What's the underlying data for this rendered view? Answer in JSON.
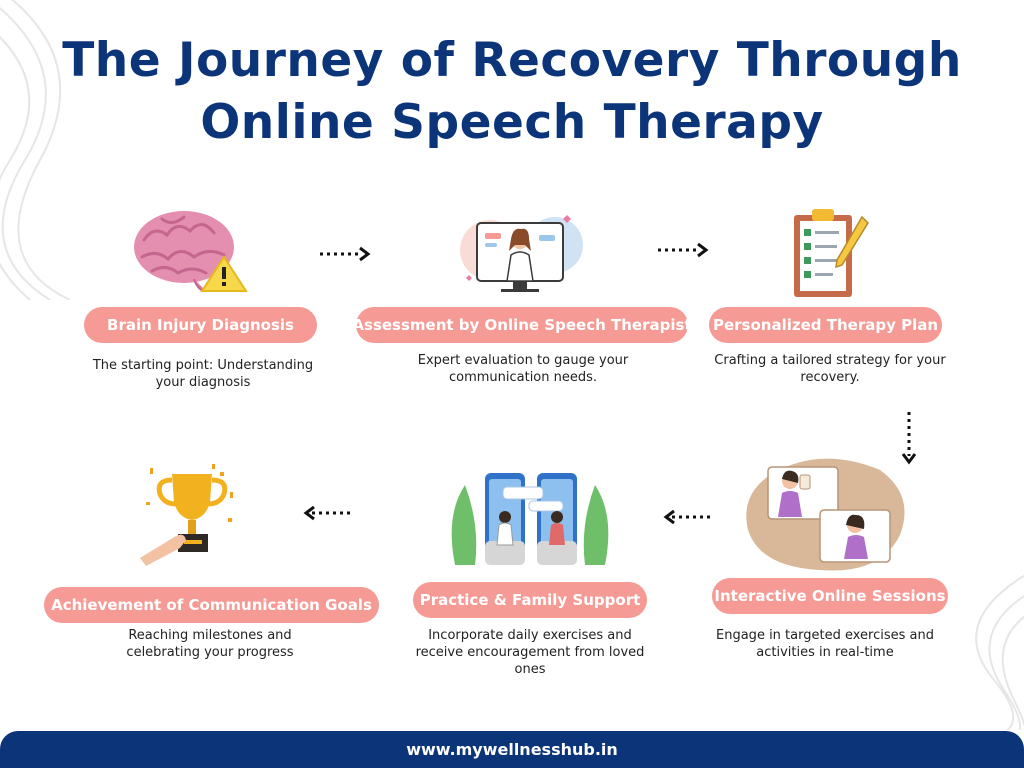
{
  "title": {
    "line1": "The Journey of Recovery Through",
    "line2": "Online Speech Therapy"
  },
  "steps": [
    {
      "label": "Brain Injury Diagnosis",
      "description": "The starting point: Understanding your diagnosis",
      "icon": "brain-warning-icon"
    },
    {
      "label": "Assessment by Online Speech Therapist",
      "description": "Expert evaluation to gauge your communication needs.",
      "icon": "online-therapist-icon"
    },
    {
      "label": "Personalized Therapy Plan",
      "description": "Crafting a tailored strategy for your recovery.",
      "icon": "clipboard-checklist-icon"
    },
    {
      "label": "Interactive Online Sessions",
      "description": "Engage in targeted exercises and activities in real-time",
      "icon": "video-session-icon"
    },
    {
      "label": "Practice & Family Support",
      "description": "Incorporate daily exercises and receive encouragement from loved ones",
      "icon": "family-chat-icon"
    },
    {
      "label": "Achievement of Communication Goals",
      "description": "Reaching milestones and celebrating your progress",
      "icon": "trophy-icon"
    }
  ],
  "footer": {
    "url": "www.mywellnesshub.in"
  },
  "colors": {
    "title": "#0b3479",
    "pill": "#f59a94",
    "footer": "#0b3479"
  }
}
